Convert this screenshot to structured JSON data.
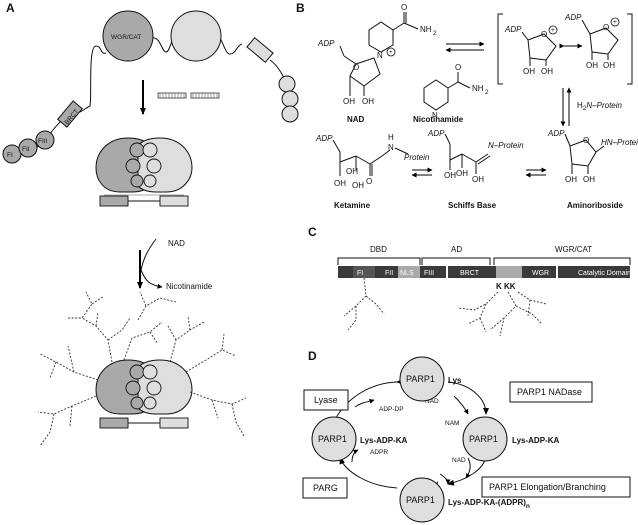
{
  "panels": {
    "a": "A",
    "b": "B",
    "c": "C",
    "d": "D"
  },
  "panel_a": {
    "domains": [
      "FI",
      "FII",
      "FIII",
      "BRCT"
    ],
    "catalytic_label": "WGR/CAT",
    "nad": "NAD",
    "nicotinamide": "Nicotinamide"
  },
  "panel_b": {
    "adp": "ADP",
    "nh2": "NH",
    "nh2_sub": "2",
    "oh": "OH",
    "nplus": "N",
    "nad": "NAD",
    "nicotinamide": "Nicotinamide",
    "h2n_protein": "H",
    "h2n_protein_sub": "2",
    "h2n_protein_rest": "N–Protein",
    "ketamine": "Ketamine",
    "schiffs": "Schiffs Base",
    "amino": "Aminoriboside",
    "protein": "Protein",
    "n_protein": "N–Protein",
    "hn_protein": "HN–Protein",
    "h": "H",
    "n": "N",
    "o": "O"
  },
  "panel_c": {
    "groups": [
      "DBD",
      "AD",
      "WGR/CAT"
    ],
    "segments": [
      "FI",
      "FII",
      "NLS",
      "FIII",
      "BRCT",
      "WGR",
      "Catalytic Domain"
    ],
    "lysines": "K KK"
  },
  "panel_d": {
    "node": "PARP1",
    "lys": "Lys",
    "lys_adp_ka": "Lys-ADP-KA",
    "lys_adp_ka_adpr": "Lys-ADP-KA-(ADPR)",
    "n_sub": "n",
    "boxes": {
      "lyase": "Lyase",
      "nadase": "PARP1 NADase",
      "parg": "PARG",
      "elong": "PARP1 Elongation/Branching"
    },
    "edges": {
      "adp_dp": "ADP-DP",
      "nad1": "NAD",
      "nam1": "NAM",
      "nad2": "NAD",
      "nam2": "NAM",
      "adpr": "ADPR"
    }
  },
  "colors": {
    "light_gray": "#dedede",
    "mid_gray": "#a9a9a9",
    "dark_bar": "#3a3a3a",
    "black": "#000000"
  }
}
